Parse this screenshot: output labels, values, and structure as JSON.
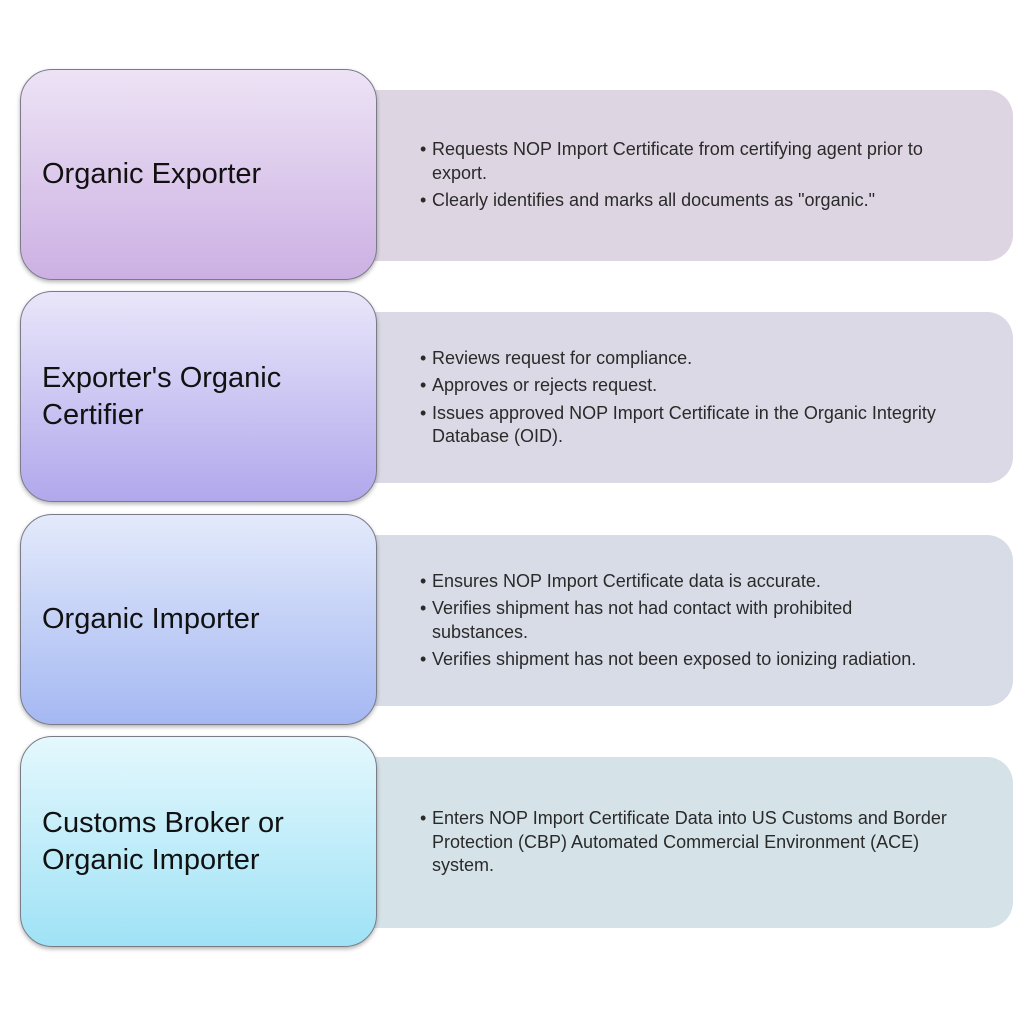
{
  "rows": [
    {
      "role": "Organic Exporter",
      "box_colors": [
        "#ede3f5",
        "#ccb0e3"
      ],
      "panel_color": "#ddd6e2",
      "bullets": [
        "Requests NOP Import Certificate from certifying agent prior to export.",
        "Clearly  identifies and marks all documents as \"organic.\""
      ]
    },
    {
      "role": "Exporter's Organic\nCertifier",
      "box_colors": [
        "#e9e6fa",
        "#b0a8ec"
      ],
      "panel_color": "#dad9e5",
      "bullets": [
        "Reviews request for compliance.",
        "Approves or rejects request.",
        "Issues approved NOP Import Certificate in the Organic Integrity Database (OID)."
      ]
    },
    {
      "role": "Organic Importer",
      "box_colors": [
        "#e3eafb",
        "#a5b8f2"
      ],
      "panel_color": "#d8dce6",
      "bullets": [
        "Ensures NOP Import Certificate data is accurate.",
        "Verifies shipment has not had contact with prohibited substances.",
        "Verifies shipment has not been exposed to ionizing radiation."
      ]
    },
    {
      "role": "Customs Broker or\nOrganic Importer",
      "box_colors": [
        "#e4f8fd",
        "#9fe2f6"
      ],
      "panel_color": "#d5e3e8",
      "bullets": [
        "Enters NOP Import Certificate Data into US Customs and Border Protection (CBP) Automated Commercial Environment (ACE) system."
      ]
    }
  ],
  "bullet_symbol": "•"
}
